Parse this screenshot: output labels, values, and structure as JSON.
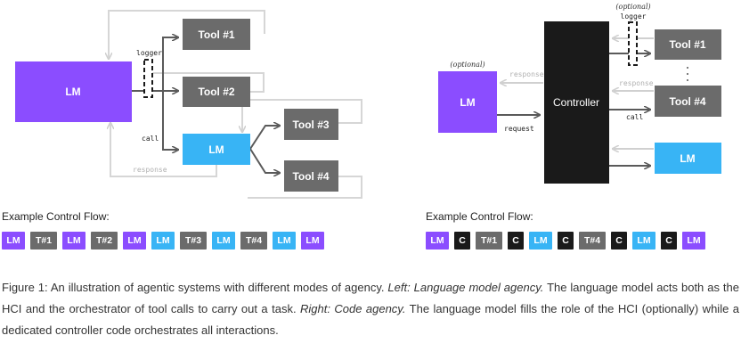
{
  "colors": {
    "lm": "#8b4dff",
    "lm_blue": "#38b4f5",
    "tool": "#6b6b6b",
    "controller": "#1a1a1a",
    "arrow": "#5a5a5a",
    "arrow_light": "#d0d0d0"
  },
  "left": {
    "lm_main": "LM",
    "tool1": "Tool #1",
    "tool2": "Tool #2",
    "tool3": "Tool #3",
    "tool4": "Tool #4",
    "lm_sub": "LM",
    "logger": "logger",
    "call": "call",
    "response": "response",
    "flow_title": "Example Control Flow:",
    "flow": [
      {
        "label": "LM",
        "kind": "lm"
      },
      {
        "label": "T#1",
        "kind": "tool"
      },
      {
        "label": "LM",
        "kind": "lm"
      },
      {
        "label": "T#2",
        "kind": "tool"
      },
      {
        "label": "LM",
        "kind": "lm"
      },
      {
        "label": "LM",
        "kind": "lm_blue"
      },
      {
        "label": "T#3",
        "kind": "tool"
      },
      {
        "label": "LM",
        "kind": "lm_blue"
      },
      {
        "label": "T#4",
        "kind": "tool"
      },
      {
        "label": "LM",
        "kind": "lm_blue"
      },
      {
        "label": "LM",
        "kind": "lm"
      }
    ]
  },
  "right": {
    "optional_lm": "(optional)",
    "optional_logger": "(optional)",
    "logger": "logger",
    "lm": "LM",
    "controller": "Controller",
    "tool1": "Tool #1",
    "tool4": "Tool #4",
    "lm_blue": "LM",
    "response_left": "response",
    "request": "request",
    "response_right": "response",
    "call": "call",
    "flow_title": "Example Control Flow:",
    "flow": [
      {
        "label": "LM",
        "kind": "lm"
      },
      {
        "label": "C",
        "kind": "controller"
      },
      {
        "label": "T#1",
        "kind": "tool"
      },
      {
        "label": "C",
        "kind": "controller"
      },
      {
        "label": "LM",
        "kind": "lm_blue"
      },
      {
        "label": "C",
        "kind": "controller"
      },
      {
        "label": "T#4",
        "kind": "tool"
      },
      {
        "label": "C",
        "kind": "controller"
      },
      {
        "label": "LM",
        "kind": "lm_blue"
      },
      {
        "label": "C",
        "kind": "controller"
      },
      {
        "label": "LM",
        "kind": "lm"
      }
    ]
  },
  "caption": {
    "p1": "Figure 1: An illustration of agentic systems with different modes of agency. ",
    "p2": "Left: Language model agency.",
    "p3": " The language model acts both as the HCI and the orchestrator of tool calls to carry out a task. ",
    "p4": "Right: Code agency.",
    "p5": " The language model fills the role of the HCI (optionally) while a dedicated controller code orchestrates all interactions."
  }
}
